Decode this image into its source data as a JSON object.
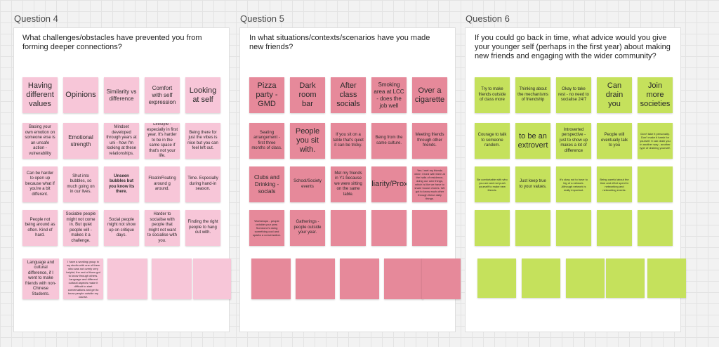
{
  "columns": [
    {
      "label": "Question 4",
      "question": "What challenges/obstacles have prevented you from forming deeper connections?",
      "notes": [
        "Having different values",
        "Opinions",
        "Similarity vs difference",
        "Comfort with self expression",
        "Looking at self",
        "Basing your own emotion on someone else is an unsafe action - vulnerability",
        "Emotional strength",
        "Mindset developed through years at uni - how I'm looking at these relationships.",
        "Lifestyle - especially in first year. It's harder to be in the same space if that's not your life.",
        "Being there for just the vibes is nice but you can feel left out.",
        "Can be harder to open up because what if you're a bit different.",
        "Shut into bubbles, so much going on in our lives.",
        "Unseen bubbles but you know its there.",
        "FloatinFloating around g around.",
        "Time. Especially during hand-in season.",
        "People not being around as often. Kind of hard.",
        "Sociable people might not come in. But quiet people will - makes it a challenge.",
        "Social people might not show up on critique days.",
        "Harder to socialise with people that might not want to socialise with you.",
        "Finding the right people to hang out with.",
        "Language and cultural difference, if I went to make friends with non-Chinese Students.",
        "I have a working group in my studio with one of them who was not overly very helpful; the rest of them got to know through others. Language and different cultural aspects make it difficult to start conversations and get to know people outside my course.",
        "",
        "",
        ""
      ]
    },
    {
      "label": "Question 5",
      "question": "In what situations/contexts/scenarios have you made new friends?",
      "notes": [
        "Pizza party - GMD",
        "Dark room bar",
        "After class socials",
        "Smoking area at LCC - does the job well",
        "Over a cigarette",
        "Seating arrangement - first three months of class.",
        "People you sit with.",
        "If you sit on a table that's quiet it can be tricky.",
        "Being from the same culture.",
        "Meeting friends through other friends.",
        "Clubs and Drinking - socials",
        "School/Society events",
        "Met my friends in Y1 because we were sitting on the same table.",
        "Familiarity/Proximity",
        "Yes I met my friends when I lived with them at the halls of residence, doing our own things, which is like we have to share house chores. We got to know each other through these daily things.",
        "Workshops - people outside your year. Someone's doing something cool and sparks a conversation.",
        "Gatherings - people outside your year.",
        "",
        "",
        "",
        "",
        "",
        "",
        "",
        ""
      ]
    },
    {
      "label": "Question 6",
      "question": "If you could go back in time, what advice would you give your younger self (perhaps in the first year) about making new friends and engaging with the wider community?",
      "notes": [
        "Try to make friends outside of class more",
        "Thinking about the mechanisms of friendship",
        "Okay to take rest - no need to socialise 24/7",
        "Can drain you",
        "Join more societies",
        "Courage to talk to someone random.",
        "to be an extrovert",
        "Introverted perspective - just to show up makes a lot of difference",
        "People will eventually talk to you",
        "Don't take it personally. Don't make it harsh for yourself. It can drain you in another way - another type of draining yourself.",
        "Be comfortable with who you are and not push yourself to make new friends.",
        "Just keep true to your values.",
        "It's okay not to have to big of a network. Although network is really important.",
        "Being careful about the time and effort spent in networking and networking events.",
        "",
        "",
        "",
        "",
        "",
        "",
        "",
        "",
        "",
        "",
        ""
      ]
    }
  ]
}
